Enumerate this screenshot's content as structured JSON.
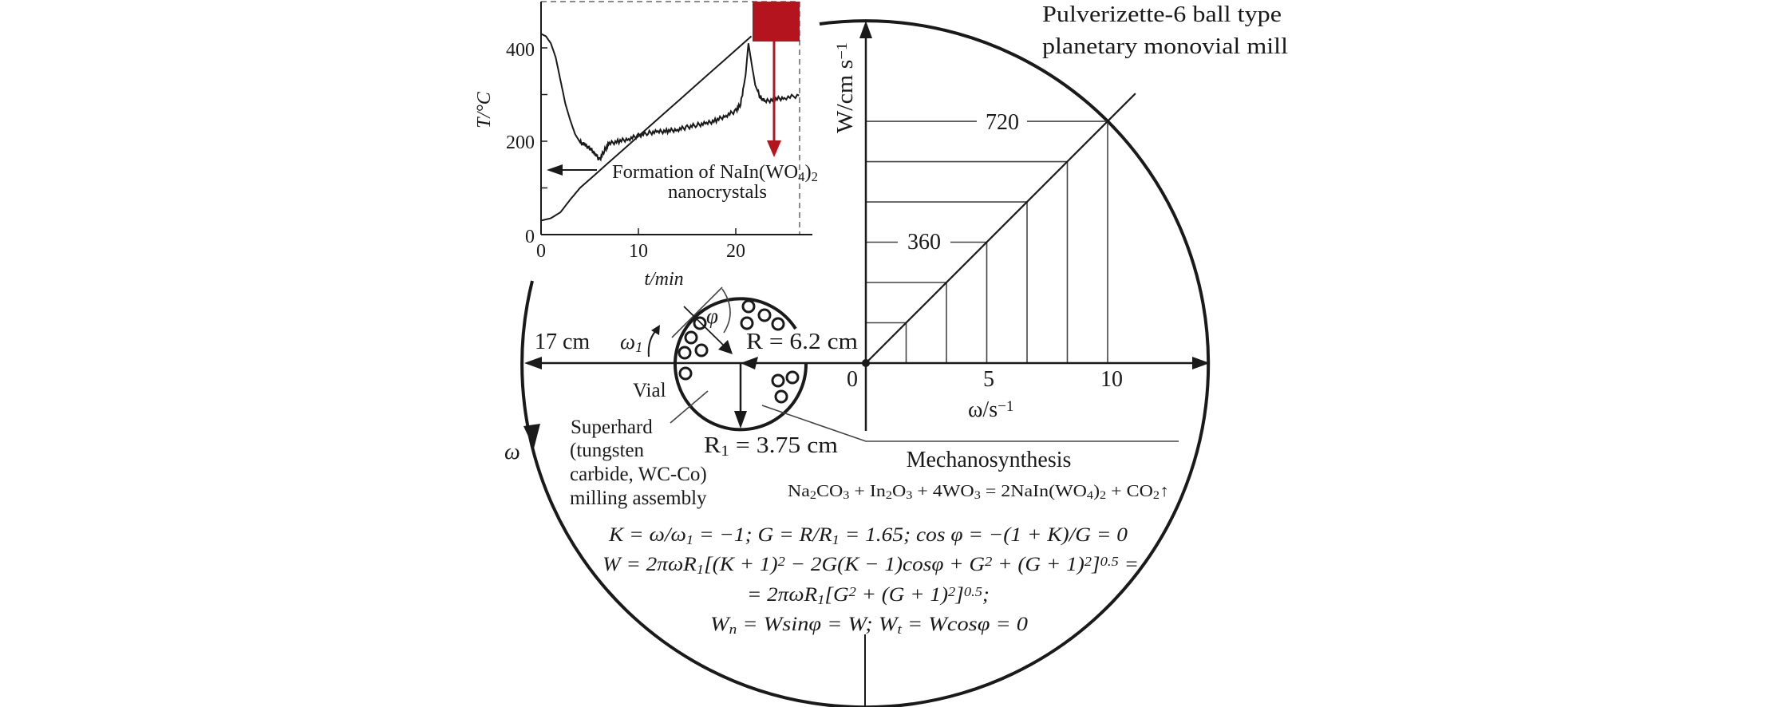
{
  "title": {
    "line1": "Pulverizette-6 ball type",
    "line2": "planetary monovial mill"
  },
  "colors": {
    "ink": "#1a1a1a",
    "accent_red": "#b3141d"
  },
  "inset": {
    "ylabel": "T/°C",
    "xlabel": "t/min",
    "yticks": [
      "0",
      "200",
      "400"
    ],
    "xticks": [
      "0",
      "10",
      "20"
    ],
    "annotation_line1": [
      {
        "t": "Formation of NaIn(WO"
      },
      {
        "t": "4",
        "s": "sub"
      },
      {
        "t": ")"
      },
      {
        "t": "2",
        "s": "sub"
      }
    ],
    "annotation_line2": "nanocrystals"
  },
  "chart_data": [
    {
      "type": "line",
      "title": "",
      "xlabel": "t/min",
      "ylabel": "T/°C",
      "xlim": [
        0,
        28
      ],
      "ylim": [
        0,
        500
      ],
      "series": [
        {
          "name": "temperature-profile-a",
          "x": [
            0,
            0.5,
            1,
            1.5,
            2,
            2.5,
            3,
            3.5,
            4,
            4.5,
            5,
            5.5,
            6,
            6.5,
            7,
            8,
            9,
            10,
            11,
            12,
            13,
            14,
            15,
            16,
            17,
            18,
            19,
            20,
            20.5,
            21,
            21.3,
            21.6,
            22,
            22.5,
            23,
            24,
            25,
            26.5
          ],
          "y": [
            430,
            425,
            410,
            380,
            330,
            280,
            245,
            215,
            198,
            192,
            185,
            175,
            160,
            180,
            195,
            200,
            205,
            212,
            218,
            220,
            222,
            225,
            230,
            235,
            238,
            245,
            255,
            265,
            280,
            340,
            410,
            370,
            320,
            295,
            285,
            290,
            293,
            298
          ]
        },
        {
          "name": "temperature-profile-b",
          "x": [
            0,
            1,
            2,
            3,
            4,
            21.6
          ],
          "y": [
            30,
            35,
            48,
            75,
            100,
            425
          ]
        }
      ]
    },
    {
      "type": "line",
      "title": "",
      "xlabel": "ω/s⁻¹",
      "ylabel": "W/cm s⁻¹",
      "xticks": [
        "0",
        "5",
        "10"
      ],
      "ylabels": [
        "360",
        "720"
      ],
      "grid_points": {
        "x": [
          1.667,
          3.333,
          5,
          6.667,
          8.333,
          10
        ],
        "y": [
          120,
          240,
          360,
          480,
          600,
          720
        ]
      },
      "series": [
        {
          "name": "W-vs-omega",
          "x": [
            0,
            11.15
          ],
          "y": [
            0,
            803
          ]
        }
      ]
    }
  ],
  "plot": {
    "ylabel": [
      {
        "t": "W/cm s"
      },
      {
        "t": "−1",
        "s": "sup"
      }
    ],
    "xlabel": [
      {
        "t": "ω/s"
      },
      {
        "t": "−1",
        "s": "sup"
      }
    ],
    "xticks": [
      "0",
      "5",
      "10"
    ],
    "label_720": "720",
    "label_360": "360"
  },
  "mill": {
    "radius_big": "17 cm",
    "radius_R": "R = 6.2 cm",
    "radius_R1": [
      {
        "t": "R"
      },
      {
        "t": "1",
        "s": "sub"
      },
      {
        "t": " = 3.75 cm"
      }
    ],
    "omega1": [
      {
        "t": "ω"
      },
      {
        "t": "1",
        "s": "sub"
      }
    ],
    "omega": "ω",
    "phi": "φ",
    "vial": "Vial",
    "assembly": [
      "Superhard",
      "(tungsten",
      "carbide, WC-Co)",
      "milling assembly"
    ]
  },
  "mechanosynthesis": {
    "heading": "Mechanosynthesis",
    "reaction": [
      {
        "t": "Na"
      },
      {
        "t": "2",
        "s": "sub"
      },
      {
        "t": "CO"
      },
      {
        "t": "3",
        "s": "sub"
      },
      {
        "t": " + In"
      },
      {
        "t": "2",
        "s": "sub"
      },
      {
        "t": "O"
      },
      {
        "t": "3",
        "s": "sub"
      },
      {
        "t": " + 4WO"
      },
      {
        "t": "3",
        "s": "sub"
      },
      {
        "t": " = 2NaIn(WO"
      },
      {
        "t": "4",
        "s": "sub"
      },
      {
        "t": ")"
      },
      {
        "t": "2",
        "s": "sub"
      },
      {
        "t": " + CO"
      },
      {
        "t": "2",
        "s": "sub"
      },
      {
        "t": "↑"
      }
    ]
  },
  "equations": [
    [
      {
        "t": "K = ω/ω"
      },
      {
        "t": "1",
        "s": "sub"
      },
      {
        "t": " = −1;  G = R/R"
      },
      {
        "t": "1",
        "s": "sub"
      },
      {
        "t": " = 1.65;  cos φ = −(1 + K)/G = 0"
      }
    ],
    [
      {
        "t": "W = 2πωR"
      },
      {
        "t": "1",
        "s": "sub"
      },
      {
        "t": "[(K + 1)"
      },
      {
        "t": "2",
        "s": "sup"
      },
      {
        "t": " − 2G(K − 1)cosφ + G"
      },
      {
        "t": "2",
        "s": "sup"
      },
      {
        "t": " + (G + 1)"
      },
      {
        "t": "2",
        "s": "sup"
      },
      {
        "t": "]"
      },
      {
        "t": "0.5",
        "s": "sup"
      },
      {
        "t": " ="
      }
    ],
    [
      {
        "t": "= 2πωR"
      },
      {
        "t": "1",
        "s": "sub"
      },
      {
        "t": "[G"
      },
      {
        "t": "2",
        "s": "sup"
      },
      {
        "t": " + (G + 1)"
      },
      {
        "t": "2",
        "s": "sup"
      },
      {
        "t": "]"
      },
      {
        "t": "0.5",
        "s": "sup"
      },
      {
        "t": ";"
      }
    ],
    [
      {
        "t": "W"
      },
      {
        "t": "n",
        "s": "sub"
      },
      {
        "t": " = Wsinφ = W;  W"
      },
      {
        "t": "t",
        "s": "sub"
      },
      {
        "t": " = Wcosφ = 0"
      }
    ]
  ]
}
